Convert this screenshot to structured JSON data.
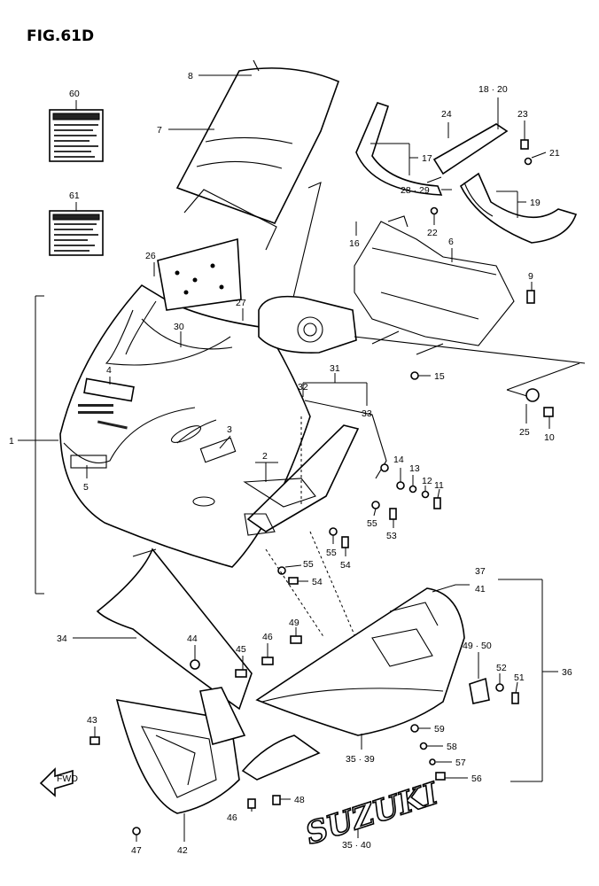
{
  "figure": {
    "title": "FIG.61D"
  },
  "callouts": {
    "c1": "1",
    "c2": "2",
    "c3": "3",
    "c4": "4",
    "c5": "5",
    "c6": "6",
    "c7": "7",
    "c8": "8",
    "c9": "9",
    "c10": "10",
    "c11": "11",
    "c12": "12",
    "c13": "13",
    "c14": "14",
    "c15": "15",
    "c16": "16",
    "c17": "17",
    "c18_20": "18 · 20",
    "c19": "19",
    "c21": "21",
    "c22": "22",
    "c23": "23",
    "c24": "24",
    "c25": "25",
    "c26": "26",
    "c27": "27",
    "c28_29": "28 · 29",
    "c30": "30",
    "c31": "31",
    "c32": "32",
    "c33": "33",
    "c34": "34",
    "c35_39": "35 · 39",
    "c35_40": "35 · 40",
    "c36": "36",
    "c37": "37",
    "c41": "41",
    "c42": "42",
    "c43": "43",
    "c44": "44",
    "c45": "45",
    "c46a": "46",
    "c46b": "46",
    "c47": "47",
    "c48": "48",
    "c49": "49",
    "c49_50": "49 · 50",
    "c51": "51",
    "c52": "52",
    "c53": "53",
    "c54a": "54",
    "c54b": "54",
    "c55a": "55",
    "c55b": "55",
    "c55c": "55",
    "c56": "56",
    "c57": "57",
    "c58": "58",
    "c59": "59",
    "c60": "60",
    "c61": "61"
  },
  "cowl_lettering": "SUZUKI",
  "arrow_label": "FWD",
  "icons": {
    "forward_arrow": "forward-arrow-icon"
  }
}
